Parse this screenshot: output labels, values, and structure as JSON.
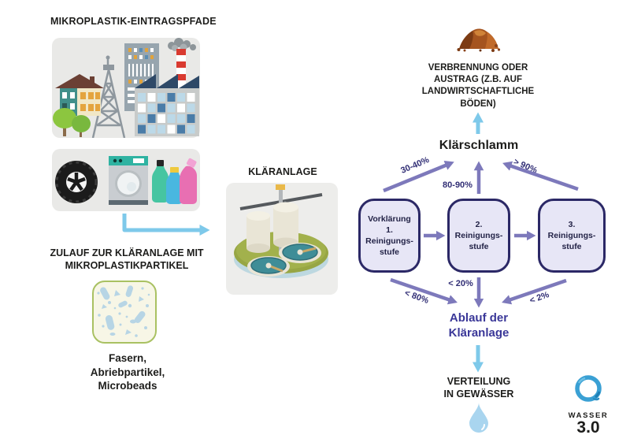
{
  "header": {
    "title": "MIKROPLASTIK-EINTRAGSPFADE"
  },
  "left": {
    "inflow_label": "ZULAUF ZUR KLÄRANLAGE MIT\nMIKROPLASTIKPARTIKEL",
    "particles_caption": "Fasern,\nAbriebpartikel,\nMicrobeads"
  },
  "plant": {
    "label": "KLÄRANLAGE"
  },
  "flow": {
    "stages": [
      {
        "label": "Vorklärung\n1.\nReinigungs-\nstufe"
      },
      {
        "label": "2.\nReinigungs-\nstufe"
      },
      {
        "label": "3.\nReinigungs-\nstufe"
      }
    ],
    "sludge_label": "Klärschlamm",
    "sludge_rates": [
      "30-40%",
      "80-90%",
      "> 90%"
    ],
    "effluent_rates": [
      "< 80%",
      "< 20%",
      "< 2%"
    ],
    "effluent_label": "Ablauf der\nKläranlage",
    "disposal_label": "VERBRENNUNG ODER\nAUSTRAG (Z.B. AUF\nLANDWIRTSCHAFTLICHE\nBÖDEN)",
    "distribution_label": "VERTEILUNG\nIN GEWÄSSER"
  },
  "logo": {
    "name": "WASSER",
    "version": "3.0"
  },
  "icons": {
    "urban_sources": "city-factory-illustration",
    "household_sources": "tire-washer-bottles-illustration",
    "microplastics": "microplastic-particles-icon",
    "treatment_plant": "treatment-plant-illustration",
    "sludge_disposal": "soil-pile-icon",
    "water": "water-drop-icon",
    "brand": "wasser-30-ring-logo"
  },
  "colors": {
    "arrow_blue": "#7ec9ea",
    "arrow_purple": "#7d79bb",
    "stage_border": "#2b2866",
    "stage_fill": "#e7e6f6",
    "effluent_text": "#3a3798",
    "panel_gray": "#e9e9e7",
    "particles_border": "#a9c162",
    "particles_fill": "#f7f6e6",
    "logo_blue": "#3aa0d4"
  }
}
